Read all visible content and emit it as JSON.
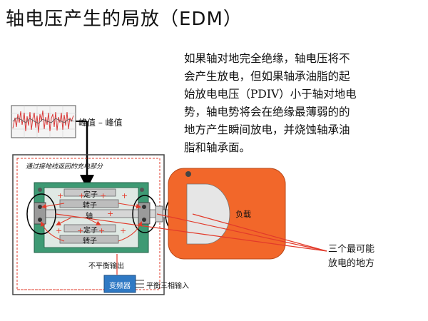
{
  "title": "轴电压产生的局放（EDM）",
  "paragraph_lines": [
    "如果轴对地完全绝缘，轴电压将不",
    "会产生放电，但如果轴承油脂的起",
    "始放电电压（PDIV）小于轴对地电",
    "势，轴电势将会在绝缘最薄弱的的",
    "地方产生瞬间放电，并烧蚀轴承油",
    "脂和轴承面。"
  ],
  "diagram": {
    "peak_label": "峰值 – 峰值",
    "path_label": "通过接地线返回的充电部分",
    "stator_top": "定子",
    "rotor_top": "转子",
    "shaft": "轴",
    "stator_bottom": "定子",
    "rotor_bottom": "转子",
    "load": "负载",
    "unbalanced_output": "不平衡输出",
    "inverter": "变频器",
    "balanced_input": "平衡三相输入"
  },
  "callout_lines": [
    "三个最可能",
    "放电的地方"
  ],
  "colors": {
    "motor_green": "#3e9a74",
    "load_orange": "#f2672a",
    "inverter_blue": "#2f79c4",
    "wire_red": "#e23a2a"
  }
}
